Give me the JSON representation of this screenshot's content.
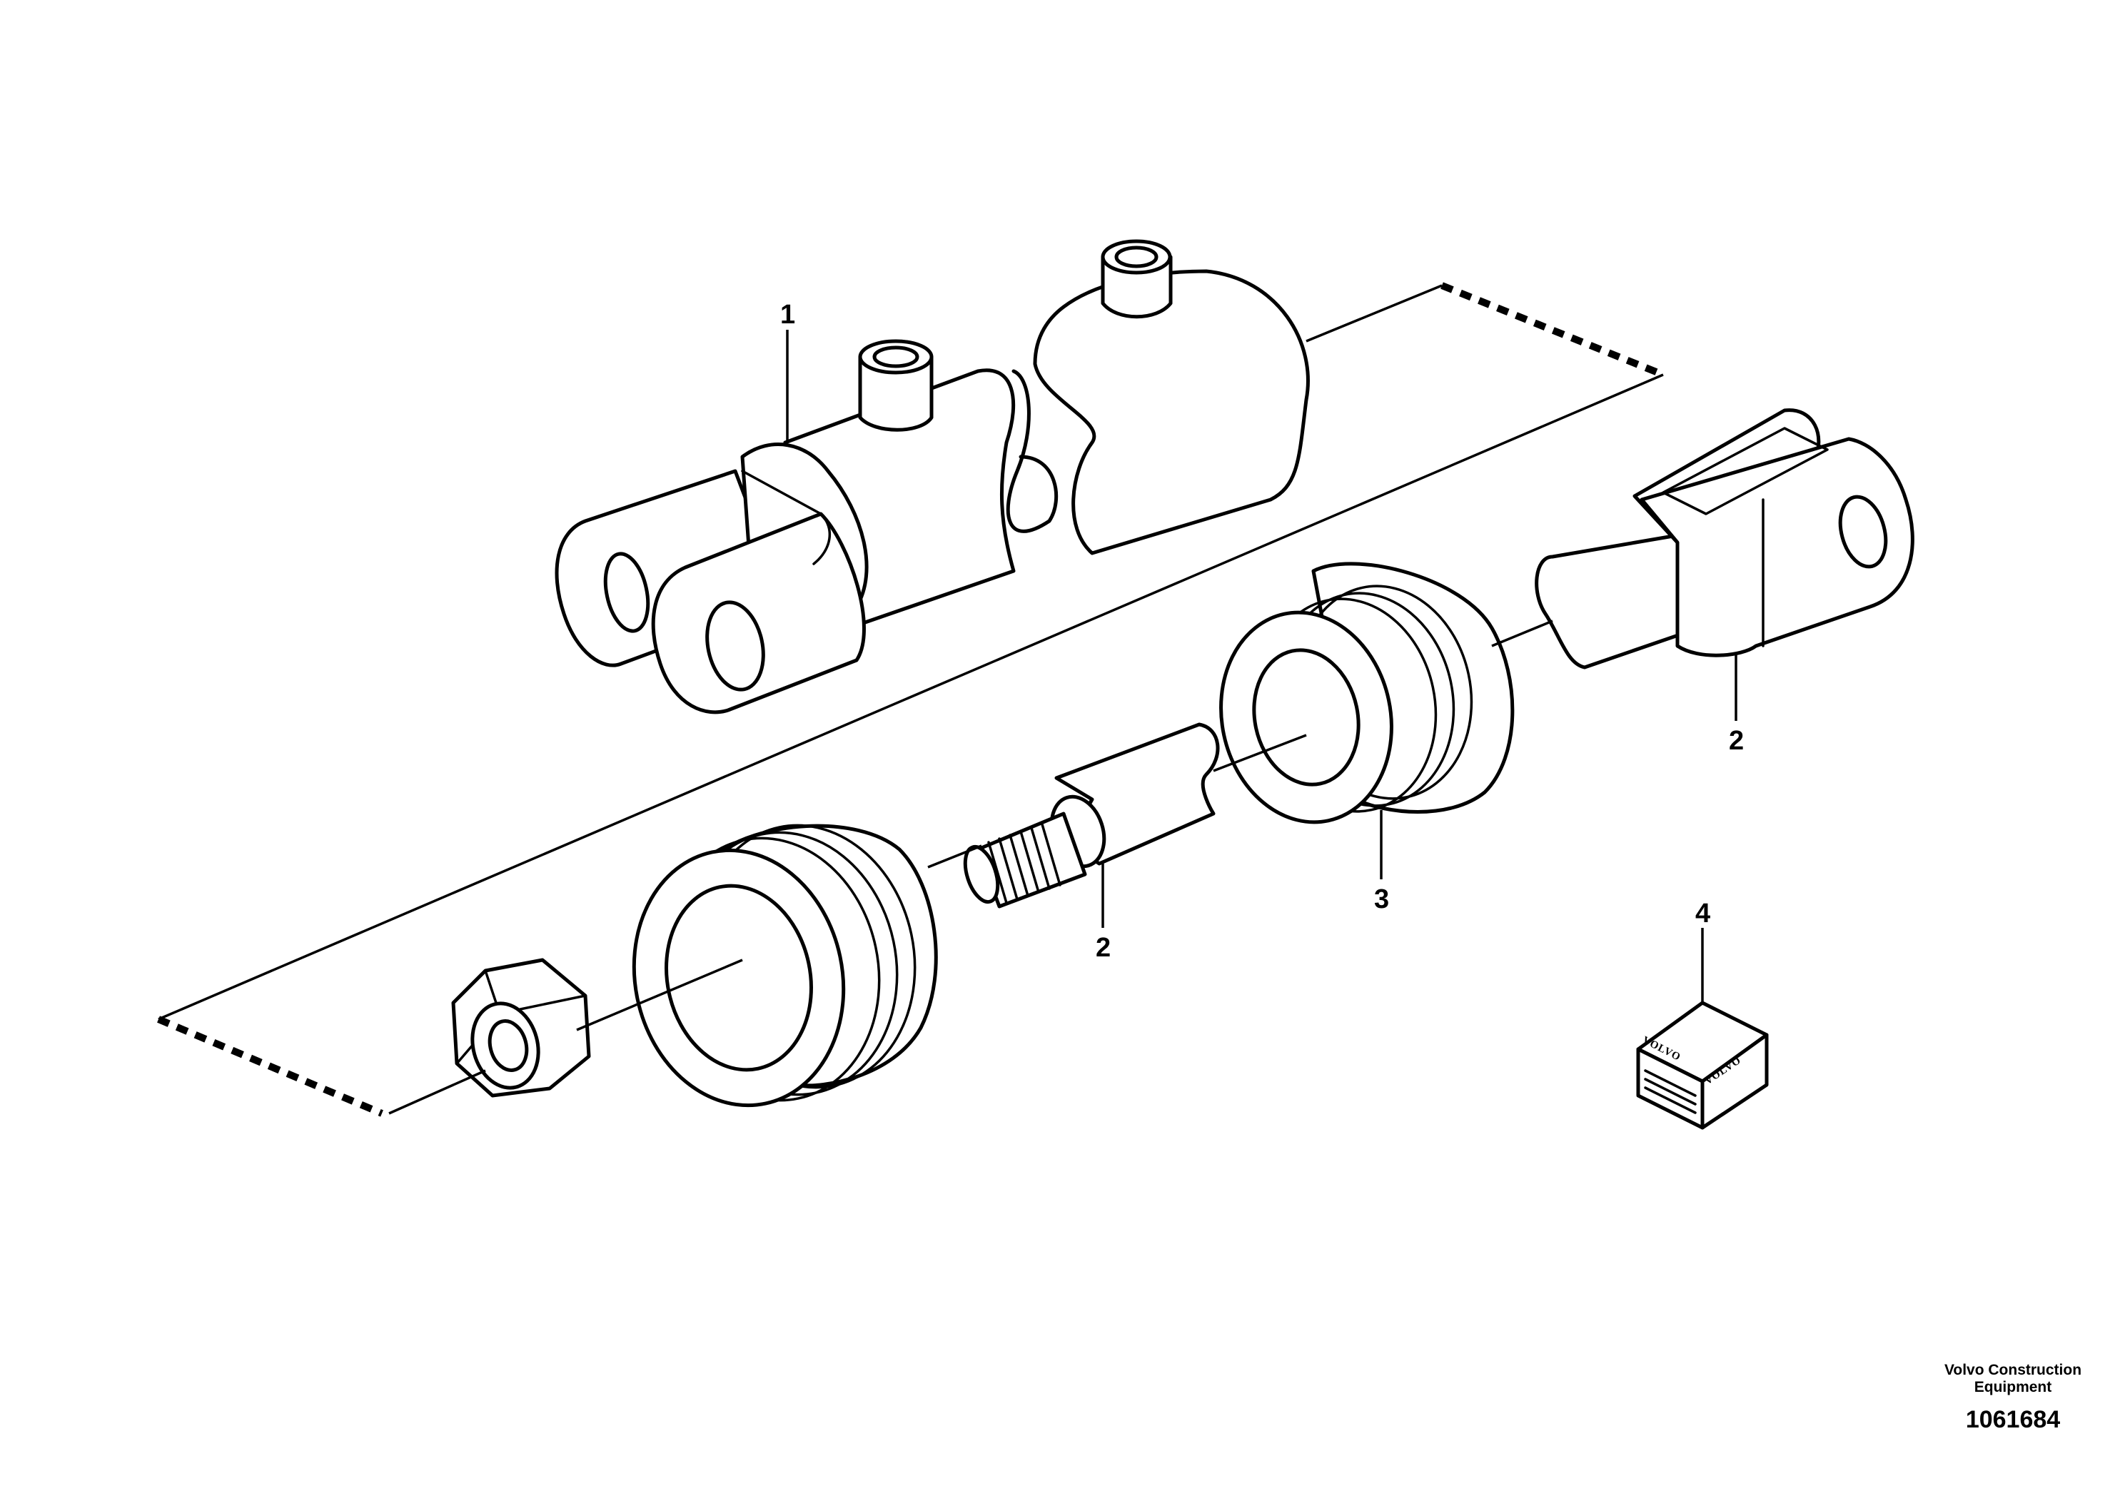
{
  "callouts": {
    "cylinder_body": "1",
    "piston_rod_eye": "2",
    "piston_rod": "2",
    "piston": "3",
    "seal_kit": "4"
  },
  "seal_kit_box": {
    "brand_left": "VOLVO",
    "brand_right": "VOLVO"
  },
  "footer": {
    "company_line1": "Volvo Construction",
    "company_line2": "Equipment",
    "drawing_number": "1061684"
  }
}
